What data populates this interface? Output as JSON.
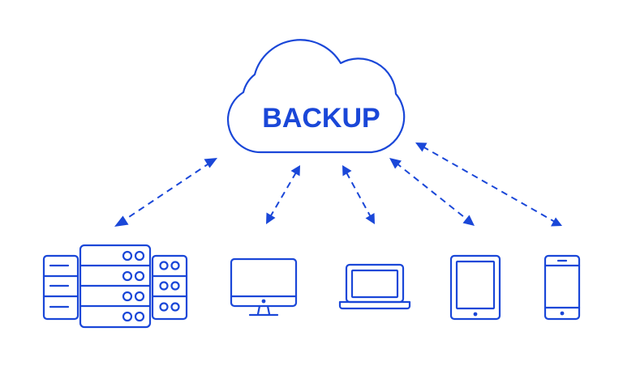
{
  "cloud": {
    "label": "BACKUP"
  },
  "colors": {
    "accent": "#1a47d8",
    "background": "#ffffff"
  },
  "devices": [
    {
      "icon": "server-rack-icon"
    },
    {
      "icon": "desktop-monitor-icon"
    },
    {
      "icon": "laptop-icon"
    },
    {
      "icon": "tablet-icon"
    },
    {
      "icon": "smartphone-icon"
    }
  ],
  "connections": [
    {
      "from": "cloud",
      "to": "server-rack-icon",
      "style": "dashed",
      "arrows": "both"
    },
    {
      "from": "cloud",
      "to": "desktop-monitor-icon",
      "style": "dashed",
      "arrows": "both"
    },
    {
      "from": "cloud",
      "to": "laptop-icon",
      "style": "dashed",
      "arrows": "both"
    },
    {
      "from": "cloud",
      "to": "tablet-icon",
      "style": "dashed",
      "arrows": "both"
    },
    {
      "from": "cloud",
      "to": "smartphone-icon",
      "style": "dashed",
      "arrows": "both"
    }
  ]
}
